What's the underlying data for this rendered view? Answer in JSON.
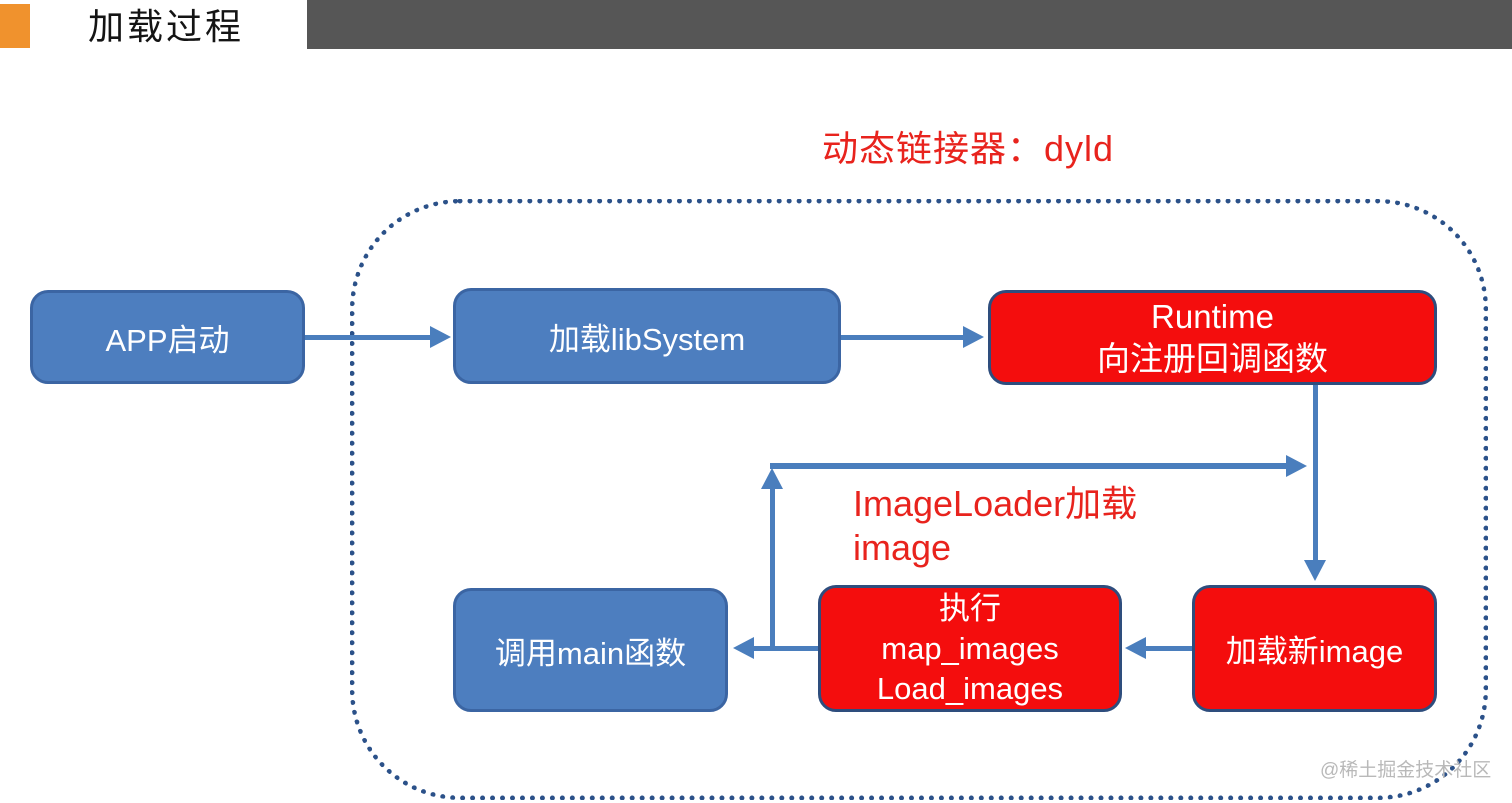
{
  "header": {
    "title": "加载过程"
  },
  "diagram": {
    "subtitle": "动态链接器：dyld",
    "loop_label": {
      "line1": "ImageLoader加载",
      "line2": "image"
    },
    "nodes": {
      "app_launch": {
        "label": "APP启动"
      },
      "load_libsystem": {
        "label": "加载libSystem"
      },
      "runtime": {
        "line1": "Runtime",
        "line2": "向注册回调函数"
      },
      "call_main": {
        "label": "调用main函数"
      },
      "exec_images": {
        "line1": "执行",
        "line2": "map_images",
        "line3": "Load_images"
      },
      "load_new_image": {
        "label": "加载新image"
      }
    },
    "colors": {
      "accent_orange": "#f0922d",
      "header_bar_gray": "#565656",
      "node_blue_fill": "#4d7ebf",
      "node_blue_border": "#3b65a3",
      "node_red_fill": "#f40d0d",
      "node_red_border": "#2e4d7d",
      "arrow_blue": "#4a7ebd",
      "dashed_frame_navy": "#2b5189",
      "accent_red_text": "#e8231d",
      "watermark_gray": "#b9b9b9"
    }
  },
  "watermark": "@稀土掘金技术社区"
}
